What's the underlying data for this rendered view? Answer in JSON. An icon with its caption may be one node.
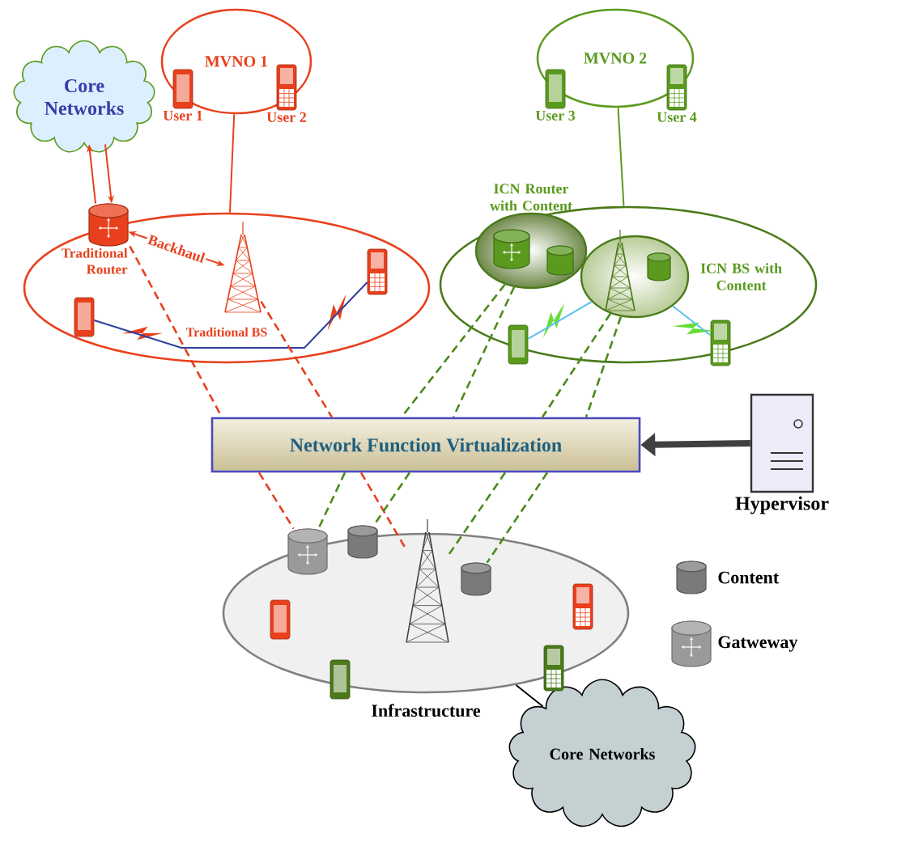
{
  "diagram": {
    "nodes": [
      {
        "text": [
          "Core Networks"
        ]
      },
      {
        "text": [
          "MVNO 1"
        ]
      },
      {
        "text": [
          "User 1"
        ],
        "in": 1
      },
      {
        "text": [
          "User 2"
        ],
        "in": 1
      },
      {
        "text": [
          "MVNO 2"
        ]
      },
      {
        "text": [
          "User 3"
        ],
        "in": 4
      },
      {
        "text": [
          "User 4"
        ],
        "in": 4
      },
      {
        "text": [],
        "shape": "ellipse"
      },
      {
        "text": [
          "Traditional Router"
        ],
        "in": 7
      },
      {
        "text": [
          "Traditional BS"
        ],
        "in": 7
      },
      {
        "text": [],
        "shape": "phone",
        "in": 7
      },
      {
        "text": [],
        "shape": "phone",
        "in": 7
      },
      {
        "text": [],
        "shape": "ellipse"
      },
      {
        "text": [
          "ICN Router with Content"
        ],
        "in": 12
      },
      {
        "text": [
          "ICN BS with Content"
        ],
        "in": 12
      },
      {
        "text": [],
        "shape": "phone",
        "in": 12
      },
      {
        "text": [],
        "shape": "phone",
        "in": 12
      },
      {
        "text": [
          "Network Function Virtualization"
        ]
      },
      {
        "text": [
          "Hypervisor"
        ]
      },
      {
        "text": [
          "Infrastructure"
        ]
      },
      {
        "text": [],
        "shape": "cylinder",
        "in": 19
      },
      {
        "text": [],
        "shape": "cylinder",
        "in": 19
      },
      {
        "text": [],
        "shape": "tower",
        "in": 19
      },
      {
        "text": [],
        "shape": "cylinder",
        "in": 19
      },
      {
        "text": [
          "Core Networks"
        ]
      },
      {
        "text": [],
        "shape": "phone",
        "in": 19
      },
      {
        "text": [],
        "shape": "phone",
        "in": 19
      },
      {
        "text": [],
        "shape": "phone",
        "in": 19
      },
      {
        "text": [],
        "shape": "phone",
        "in": 19
      }
    ],
    "edges": [
      {
        "from": 8,
        "to": 0,
        "arrow": "to",
        "color": "#e8401c"
      },
      {
        "from": 0,
        "to": 8,
        "arrow": "to",
        "color": "#e8401c"
      },
      {
        "from": 1,
        "to": 7,
        "arrow": "none",
        "color": "#e8401c"
      },
      {
        "from": 4,
        "to": 12,
        "arrow": "none",
        "color": "#5a9a1e"
      },
      {
        "from": 8,
        "to": 9,
        "arrow": "both",
        "label": "Backhaul",
        "color": "#e8401c"
      },
      {
        "from": 10,
        "to": 11,
        "arrow": "none",
        "color": "#2f3f9f"
      },
      {
        "from": 14,
        "to": 15,
        "arrow": "none",
        "color": "#5bc0e8"
      },
      {
        "from": 14,
        "to": 16,
        "arrow": "none",
        "color": "#5bc0e8"
      },
      {
        "from": 8,
        "to": 17,
        "arrow": "none",
        "style": "dashed",
        "color": "#e8401c"
      },
      {
        "from": 17,
        "to": 20,
        "arrow": "none",
        "style": "dashed",
        "color": "#e8401c"
      },
      {
        "from": 9,
        "to": 17,
        "arrow": "none",
        "style": "dashed",
        "color": "#e8401c"
      },
      {
        "from": 17,
        "to": 22,
        "arrow": "none",
        "style": "dashed",
        "color": "#e8401c"
      },
      {
        "from": 13,
        "to": 17,
        "arrow": "none",
        "style": "dashed",
        "color": "#4a8a1a"
      },
      {
        "from": 17,
        "to": 20,
        "arrow": "none",
        "style": "dashed",
        "color": "#4a8a1a"
      },
      {
        "from": 13,
        "to": 17,
        "arrow": "none",
        "style": "dashed",
        "color": "#4a8a1a"
      },
      {
        "from": 17,
        "to": 21,
        "arrow": "none",
        "style": "dashed",
        "color": "#4a8a1a"
      },
      {
        "from": 14,
        "to": 17,
        "arrow": "none",
        "style": "dashed",
        "color": "#4a8a1a"
      },
      {
        "from": 17,
        "to": 22,
        "arrow": "none",
        "style": "dashed",
        "color": "#4a8a1a"
      },
      {
        "from": 14,
        "to": 17,
        "arrow": "none",
        "style": "dashed",
        "color": "#4a8a1a"
      },
      {
        "from": 17,
        "to": 23,
        "arrow": "none",
        "style": "dashed",
        "color": "#4a8a1a"
      },
      {
        "from": 18,
        "to": 17,
        "arrow": "to",
        "style": "thick",
        "color": "#404040"
      },
      {
        "from": 19,
        "to": 24,
        "arrow": "none",
        "color": "#000000"
      }
    ],
    "legend": [
      {
        "text": "Content"
      },
      {
        "text": "Gatweway"
      }
    ]
  }
}
